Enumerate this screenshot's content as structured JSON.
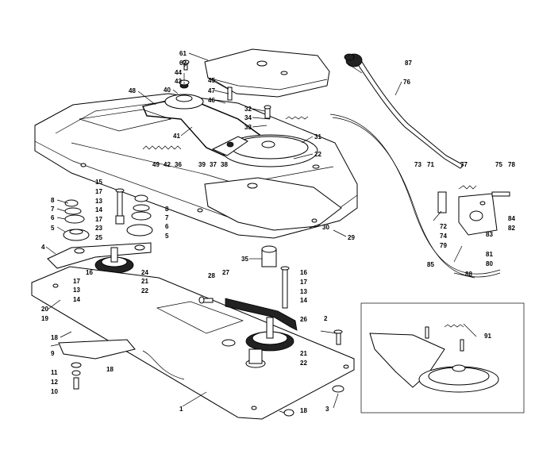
{
  "callouts": [
    {
      "id": "c61",
      "text": "61"
    },
    {
      "id": "c62",
      "text": "62"
    },
    {
      "id": "c44",
      "text": "44"
    },
    {
      "id": "c43",
      "text": "43"
    },
    {
      "id": "c40",
      "text": "40"
    },
    {
      "id": "c45",
      "text": "45"
    },
    {
      "id": "c47",
      "text": "47"
    },
    {
      "id": "c46",
      "text": "46"
    },
    {
      "id": "c48",
      "text": "48"
    },
    {
      "id": "c32",
      "text": "32"
    },
    {
      "id": "c34",
      "text": "34"
    },
    {
      "id": "c33",
      "text": "33"
    },
    {
      "id": "c41",
      "text": "41"
    },
    {
      "id": "c31",
      "text": "31"
    },
    {
      "id": "c22a",
      "text": "22"
    },
    {
      "id": "c49",
      "text": "49"
    },
    {
      "id": "c42",
      "text": "42"
    },
    {
      "id": "c36",
      "text": "36"
    },
    {
      "id": "c39",
      "text": "39"
    },
    {
      "id": "c37",
      "text": "37"
    },
    {
      "id": "c38",
      "text": "38"
    },
    {
      "id": "c87",
      "text": "87"
    },
    {
      "id": "c76",
      "text": "76"
    },
    {
      "id": "c73",
      "text": "73"
    },
    {
      "id": "c71",
      "text": "71"
    },
    {
      "id": "c77",
      "text": "77"
    },
    {
      "id": "c75",
      "text": "75"
    },
    {
      "id": "c78",
      "text": "78"
    },
    {
      "id": "c72",
      "text": "72"
    },
    {
      "id": "c74",
      "text": "74"
    },
    {
      "id": "c79",
      "text": "79"
    },
    {
      "id": "c84",
      "text": "84"
    },
    {
      "id": "c83",
      "text": "83"
    },
    {
      "id": "c82",
      "text": "82"
    },
    {
      "id": "c81",
      "text": "81"
    },
    {
      "id": "c80",
      "text": "80"
    },
    {
      "id": "c85",
      "text": "85"
    },
    {
      "id": "c88",
      "text": "88"
    },
    {
      "id": "c8a",
      "text": "8"
    },
    {
      "id": "c7a",
      "text": "7"
    },
    {
      "id": "c6a",
      "text": "6"
    },
    {
      "id": "c5a",
      "text": "5"
    },
    {
      "id": "c15",
      "text": "15"
    },
    {
      "id": "c17a",
      "text": "17"
    },
    {
      "id": "c13a",
      "text": "13"
    },
    {
      "id": "c14a",
      "text": "14"
    },
    {
      "id": "c17b",
      "text": "17"
    },
    {
      "id": "c23",
      "text": "23"
    },
    {
      "id": "c25",
      "text": "25"
    },
    {
      "id": "c8b",
      "text": "8"
    },
    {
      "id": "c7b",
      "text": "7"
    },
    {
      "id": "c6b",
      "text": "6"
    },
    {
      "id": "c5b",
      "text": "5"
    },
    {
      "id": "c4",
      "text": "4"
    },
    {
      "id": "c29",
      "text": "29"
    },
    {
      "id": "c30",
      "text": "30"
    },
    {
      "id": "c35",
      "text": "35"
    },
    {
      "id": "c16a",
      "text": "16"
    },
    {
      "id": "c24",
      "text": "24"
    },
    {
      "id": "c21a",
      "text": "21"
    },
    {
      "id": "c22b",
      "text": "22"
    },
    {
      "id": "c17c",
      "text": "17"
    },
    {
      "id": "c13b",
      "text": "13"
    },
    {
      "id": "c14b",
      "text": "14"
    },
    {
      "id": "c20",
      "text": "20"
    },
    {
      "id": "c19",
      "text": "19"
    },
    {
      "id": "c28",
      "text": "28"
    },
    {
      "id": "c27",
      "text": "27"
    },
    {
      "id": "c16b",
      "text": "16"
    },
    {
      "id": "c17d",
      "text": "17"
    },
    {
      "id": "c13c",
      "text": "13"
    },
    {
      "id": "c14c",
      "text": "14"
    },
    {
      "id": "c26",
      "text": "26"
    },
    {
      "id": "c18a",
      "text": "18"
    },
    {
      "id": "c9",
      "text": "9"
    },
    {
      "id": "c18b",
      "text": "18"
    },
    {
      "id": "c11",
      "text": "11"
    },
    {
      "id": "c12",
      "text": "12"
    },
    {
      "id": "c10",
      "text": "10"
    },
    {
      "id": "c2",
      "text": "2"
    },
    {
      "id": "c21b",
      "text": "21"
    },
    {
      "id": "c22c",
      "text": "22"
    },
    {
      "id": "c1",
      "text": "1"
    },
    {
      "id": "c18c",
      "text": "18"
    },
    {
      "id": "c3",
      "text": "3"
    },
    {
      "id": "c91",
      "text": "91"
    }
  ]
}
